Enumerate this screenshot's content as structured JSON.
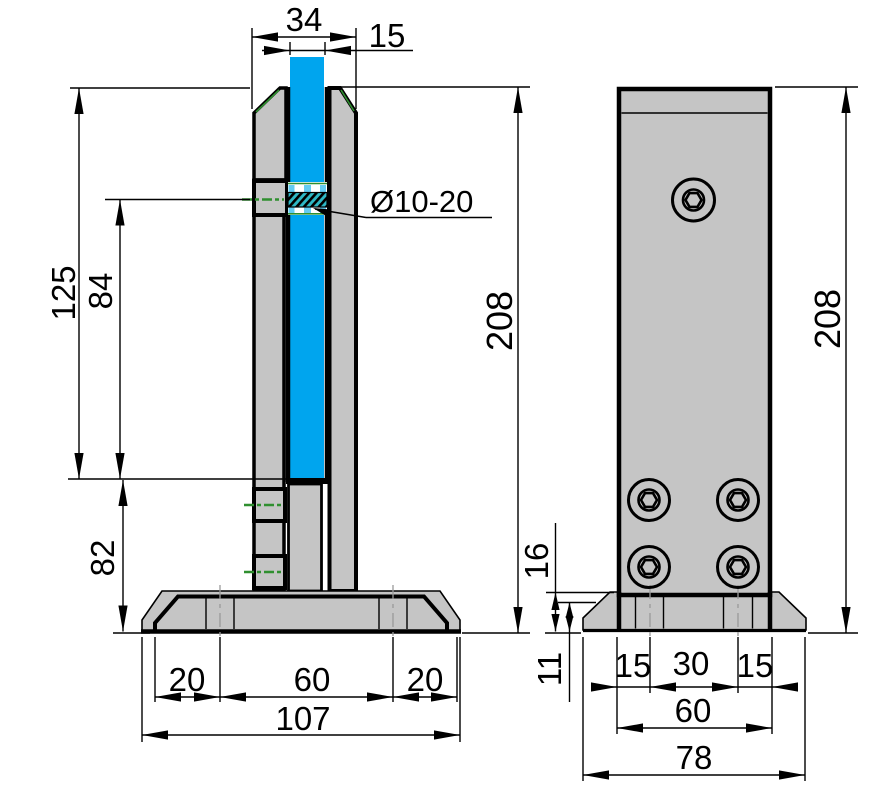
{
  "dims": {
    "front": {
      "width": "34",
      "glass": "15",
      "upper": "125",
      "mid": "84",
      "height": "208",
      "lower": "82",
      "base_l": "20",
      "base_c": "60",
      "base_r": "20",
      "base_w": "107",
      "callout": "Ø10-20"
    },
    "side": {
      "height": "208",
      "step": "16",
      "plate": "11",
      "off_l": "15",
      "spacing": "30",
      "off_r": "15",
      "body": "60",
      "base": "78"
    }
  },
  "colors": {
    "glass_blue": "#00a5ee",
    "metal_gray": "#c5c5c5",
    "outline_black": "#000000",
    "accent_green": "#2f8f2f",
    "gasket_cyan": "#63ccf2",
    "hatch_teal": "#2fb9c6",
    "centerline_gray": "#9a9a9a"
  }
}
